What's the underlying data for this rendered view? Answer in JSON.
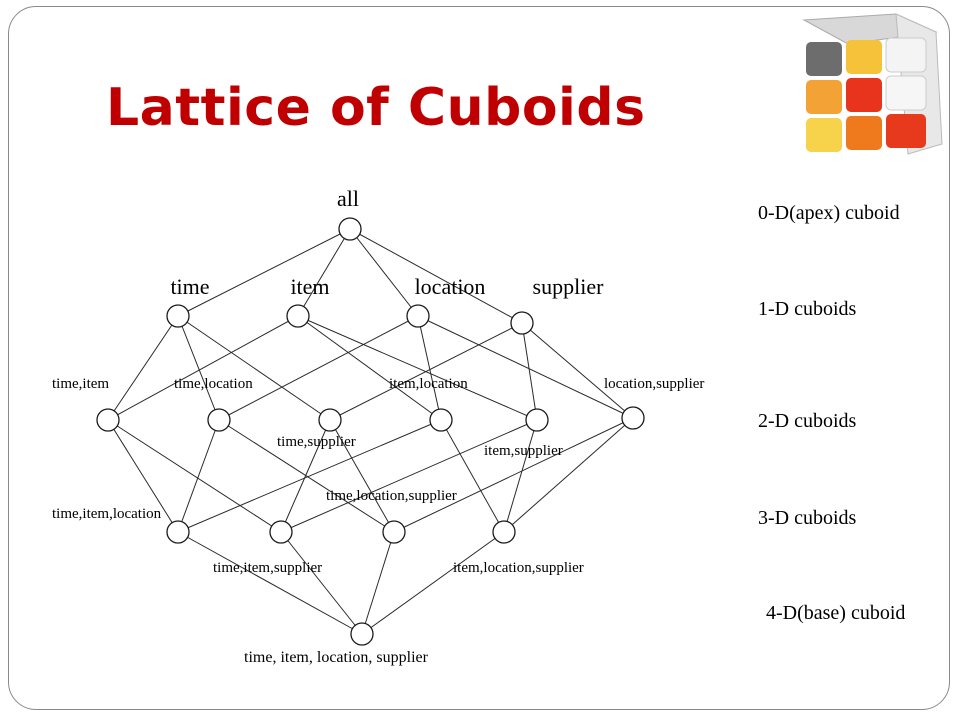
{
  "title": "Lattice of Cuboids",
  "images": {
    "cube": "rubiks-cube-icon"
  },
  "levels": [
    "0-D(apex) cuboid",
    "1-D cuboids",
    "2-D cuboids",
    "3-D cuboids",
    "4-D(base) cuboid"
  ],
  "nodes": [
    {
      "id": "all",
      "label": "all",
      "level": 0
    },
    {
      "id": "t",
      "label": "time",
      "level": 1
    },
    {
      "id": "i",
      "label": "item",
      "level": 1
    },
    {
      "id": "l",
      "label": "location",
      "level": 1
    },
    {
      "id": "s",
      "label": "supplier",
      "level": 1
    },
    {
      "id": "ti",
      "label": "time,item",
      "level": 2
    },
    {
      "id": "tl",
      "label": "time,location",
      "level": 2
    },
    {
      "id": "ts",
      "label": "time,supplier",
      "level": 2
    },
    {
      "id": "il",
      "label": "item,location",
      "level": 2
    },
    {
      "id": "is",
      "label": "item,supplier",
      "level": 2
    },
    {
      "id": "ls",
      "label": "location,supplier",
      "level": 2
    },
    {
      "id": "til",
      "label": "time,item,location",
      "level": 3
    },
    {
      "id": "tis",
      "label": "time,item,supplier",
      "level": 3
    },
    {
      "id": "tls",
      "label": "time,location,supplier",
      "level": 3
    },
    {
      "id": "ils",
      "label": "item,location,supplier",
      "level": 3
    },
    {
      "id": "tils",
      "label": "time, item, location, supplier",
      "level": 4
    }
  ],
  "edges": [
    [
      "all",
      "t"
    ],
    [
      "all",
      "i"
    ],
    [
      "all",
      "l"
    ],
    [
      "all",
      "s"
    ],
    [
      "t",
      "ti"
    ],
    [
      "t",
      "tl"
    ],
    [
      "t",
      "ts"
    ],
    [
      "i",
      "ti"
    ],
    [
      "i",
      "il"
    ],
    [
      "i",
      "is"
    ],
    [
      "l",
      "tl"
    ],
    [
      "l",
      "il"
    ],
    [
      "l",
      "ls"
    ],
    [
      "s",
      "ts"
    ],
    [
      "s",
      "is"
    ],
    [
      "s",
      "ls"
    ],
    [
      "ti",
      "til"
    ],
    [
      "ti",
      "tis"
    ],
    [
      "tl",
      "til"
    ],
    [
      "tl",
      "tls"
    ],
    [
      "ts",
      "tis"
    ],
    [
      "ts",
      "tls"
    ],
    [
      "il",
      "til"
    ],
    [
      "il",
      "ils"
    ],
    [
      "is",
      "tis"
    ],
    [
      "is",
      "ils"
    ],
    [
      "ls",
      "tls"
    ],
    [
      "ls",
      "ils"
    ],
    [
      "til",
      "tils"
    ],
    [
      "tis",
      "tils"
    ],
    [
      "tls",
      "tils"
    ],
    [
      "ils",
      "tils"
    ]
  ]
}
